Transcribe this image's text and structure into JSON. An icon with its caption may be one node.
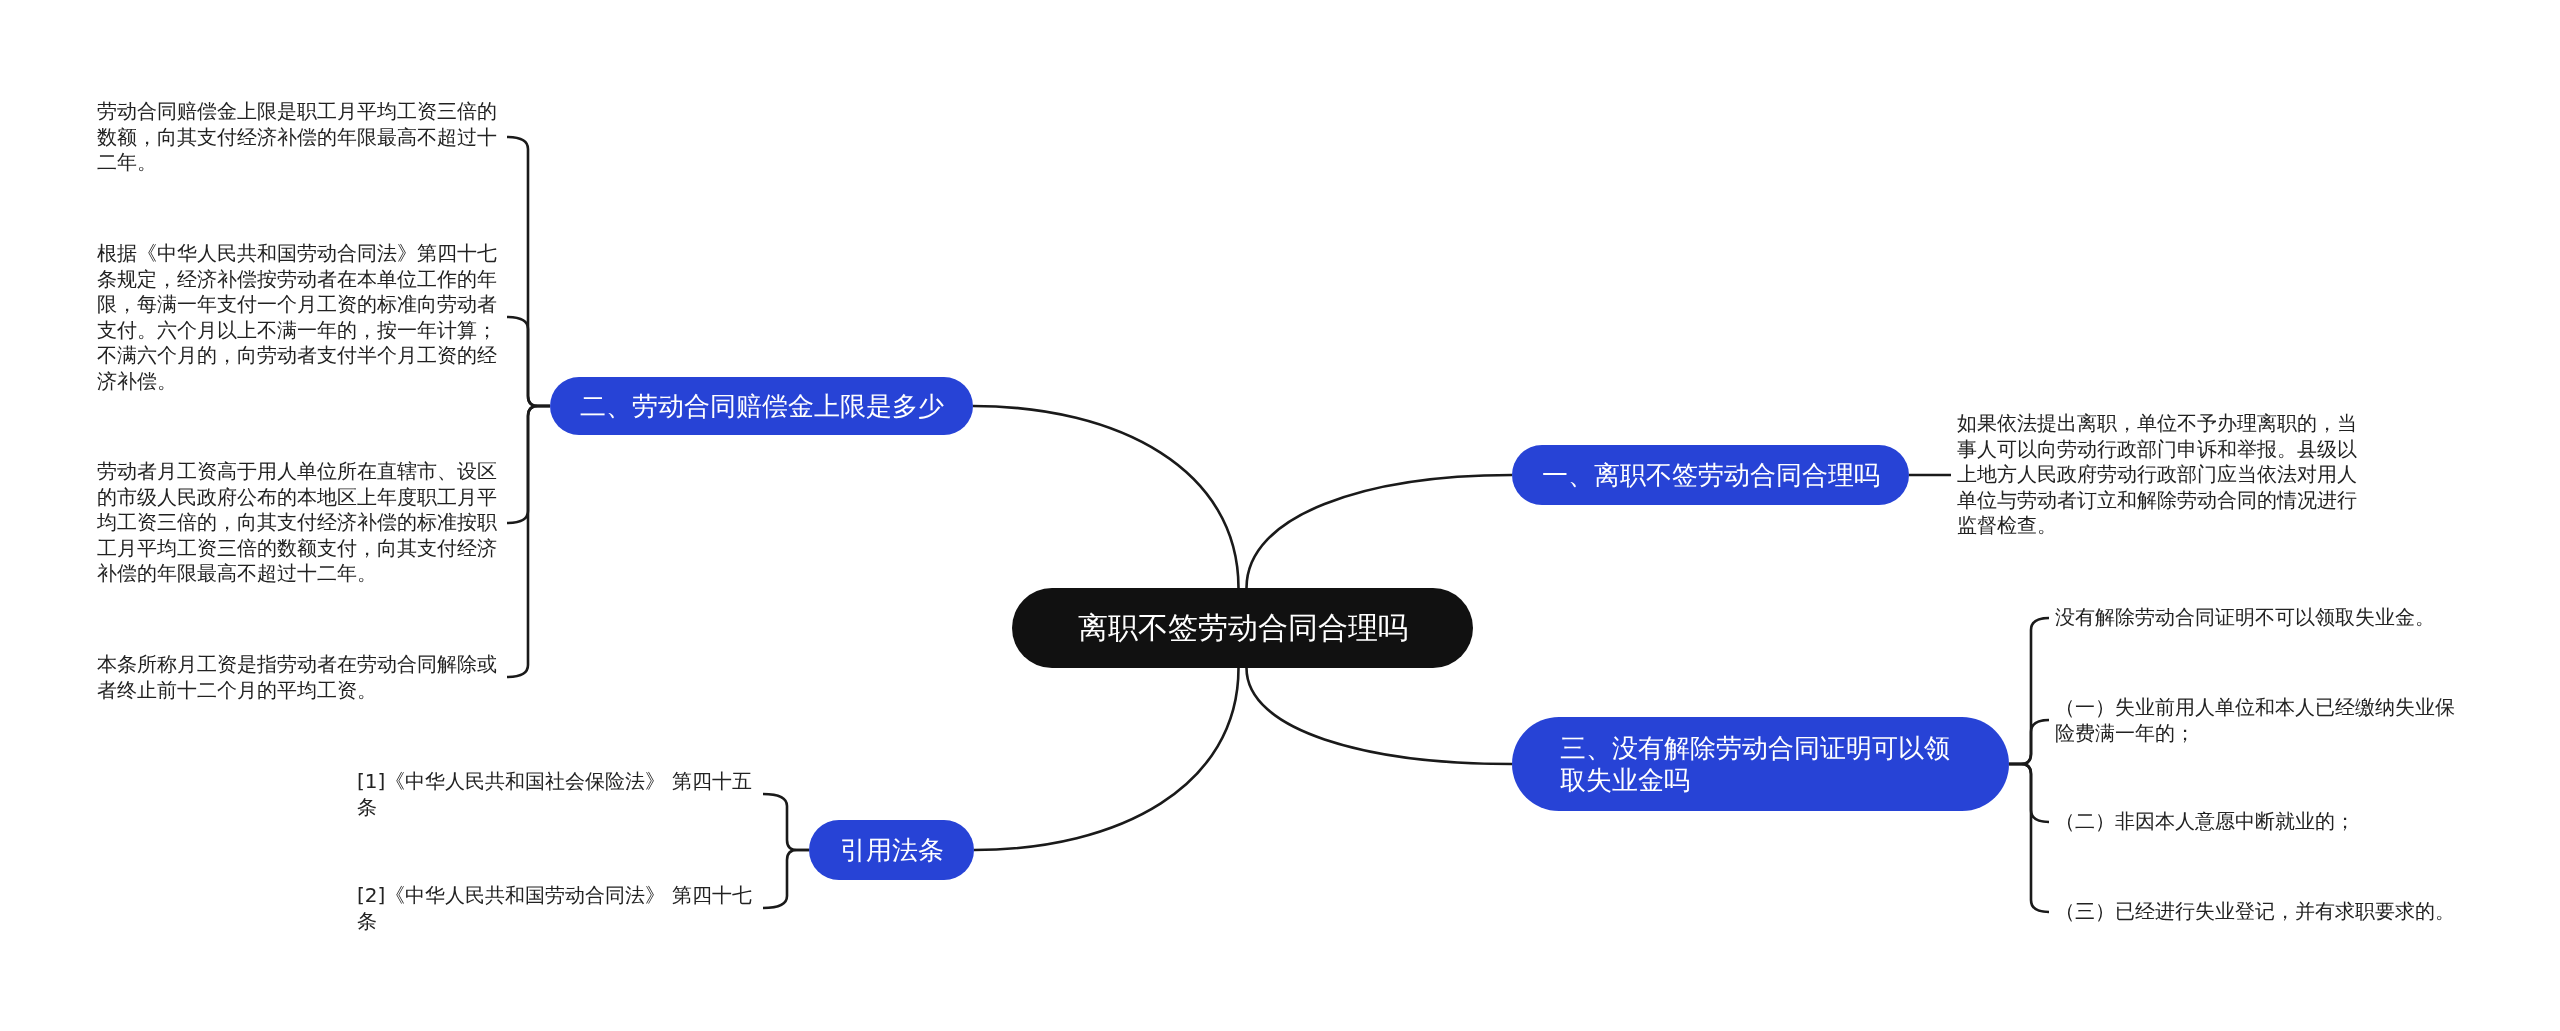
{
  "diagram": {
    "nodes": [
      {
        "text": [
          "离职不签劳动合同合理吗"
        ]
      },
      {
        "text": [
          "一、离职不签劳动合同合理吗"
        ]
      },
      {
        "text": [
          "如果依法提出离职，单位不予办理离职的，当事人可以向劳动行政部门申诉和举报。县级以上地方人民政府劳动行政部门应当依法对用人单位与劳动者订立和解除劳动合同的情况进行监督检查。"
        ]
      },
      {
        "text": [
          "二、劳动合同赔偿金上限是多少"
        ]
      },
      {
        "text": [
          "劳动合同赔偿金上限是职工月平均工资三倍的数额，向其支付经济补偿的年限最高不超过十二年。"
        ]
      },
      {
        "text": [
          "根据《中华人民共和国劳动合同法》第四十七条规定，经济补偿按劳动者在本单位工作的年限，每满一年支付一个月工资的标准向劳动者支付。六个月以上不满一年的，按一年计算；不满六个月的，向劳动者支付半个月工资的经济补偿。"
        ]
      },
      {
        "text": [
          "劳动者月工资高于用人单位所在直辖市、设区的市级人民政府公布的本地区上年度职工月平均工资三倍的，向其支付经济补偿的标准按职工月平均工资三倍的数额支付，向其支付经济补偿的年限最高不超过十二年。"
        ]
      },
      {
        "text": [
          "本条所称月工资是指劳动者在劳动合同解除或者终止前十二个月的平均工资。"
        ]
      },
      {
        "text": [
          "引用法条"
        ]
      },
      {
        "text": [
          "[1]《中华人民共和国社会保险法》 第四十五条"
        ]
      },
      {
        "text": [
          "[2]《中华人民共和国劳动合同法》 第四十七条"
        ]
      },
      {
        "text": [
          "三、没有解除劳动合同证明可以领取失业金吗"
        ]
      },
      {
        "text": [
          "没有解除劳动合同证明不可以领取失业金。"
        ]
      },
      {
        "text": [
          "（一）失业前用人单位和本人已经缴纳失业保险费满一年的；"
        ]
      },
      {
        "text": [
          "（二）非因本人意愿中断就业的；"
        ]
      },
      {
        "text": [
          "（三）已经进行失业登记，并有求职要求的。"
        ]
      }
    ],
    "edges": [
      {
        "from": 0,
        "to": 1,
        "arrow": "none"
      },
      {
        "from": 1,
        "to": 2,
        "arrow": "none"
      },
      {
        "from": 0,
        "to": 3,
        "arrow": "none"
      },
      {
        "from": 3,
        "to": 4,
        "arrow": "none"
      },
      {
        "from": 3,
        "to": 5,
        "arrow": "none"
      },
      {
        "from": 3,
        "to": 6,
        "arrow": "none"
      },
      {
        "from": 3,
        "to": 7,
        "arrow": "none"
      },
      {
        "from": 0,
        "to": 8,
        "arrow": "none"
      },
      {
        "from": 8,
        "to": 9,
        "arrow": "none"
      },
      {
        "from": 8,
        "to": 10,
        "arrow": "none"
      },
      {
        "from": 0,
        "to": 11,
        "arrow": "none"
      },
      {
        "from": 11,
        "to": 12,
        "arrow": "none"
      },
      {
        "from": 11,
        "to": 13,
        "arrow": "none"
      },
      {
        "from": 11,
        "to": 14,
        "arrow": "none"
      },
      {
        "from": 11,
        "to": 15,
        "arrow": "none"
      }
    ]
  }
}
